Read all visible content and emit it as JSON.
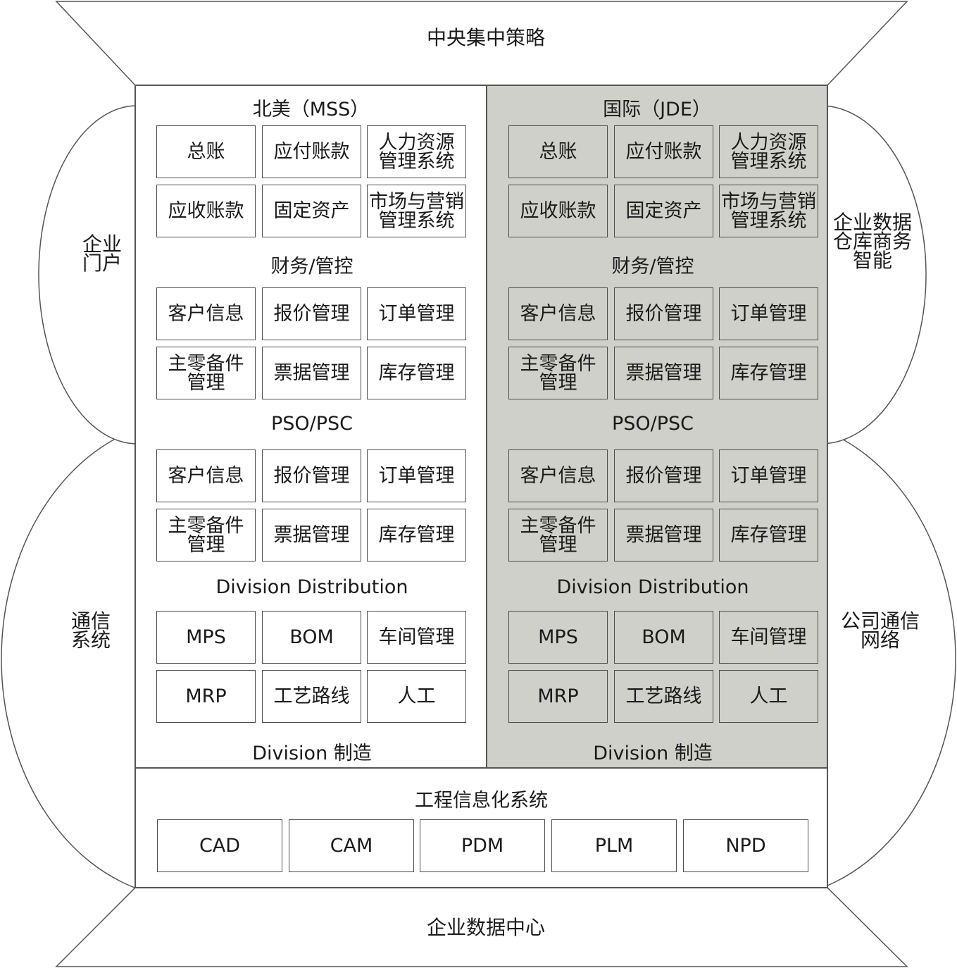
{
  "outer": {
    "top_label": "中央集中策略",
    "bottom_label": "企业数据中心",
    "left_upper_label": "企业\n门户",
    "left_lower_label": "通信\n系统",
    "right_upper_label": "企业数据\n仓库商务\n智能",
    "right_lower_label": "公司通信\n网络"
  },
  "panels": [
    {
      "title": "北美（MSS）",
      "background": "#ffffff",
      "groups": [
        {
          "boxes": [
            "总账",
            "应付账款",
            "人力资源\n管理系统",
            "应收账款",
            "固定资产",
            "市场与营销\n管理系统"
          ],
          "caption": "财务/管控"
        },
        {
          "boxes": [
            "客户信息",
            "报价管理",
            "订单管理",
            "主零备件\n管理",
            "票据管理",
            "库存管理"
          ],
          "caption": "PSO/PSC"
        },
        {
          "boxes": [
            "客户信息",
            "报价管理",
            "订单管理",
            "主零备件\n管理",
            "票据管理",
            "库存管理"
          ],
          "caption": "Division Distribution"
        },
        {
          "boxes": [
            "MPS",
            "BOM",
            "车间管理",
            "MRP",
            "工艺路线",
            "人工"
          ],
          "caption": "Division 制造"
        }
      ]
    },
    {
      "title": "国际（JDE）",
      "background": "#d0d0cb",
      "groups": [
        {
          "boxes": [
            "总账",
            "应付账款",
            "人力资源\n管理系统",
            "应收账款",
            "固定资产",
            "市场与营销\n管理系统"
          ],
          "caption": "财务/管控"
        },
        {
          "boxes": [
            "客户信息",
            "报价管理",
            "订单管理",
            "主零备件\n管理",
            "票据管理",
            "库存管理"
          ],
          "caption": "PSO/PSC"
        },
        {
          "boxes": [
            "客户信息",
            "报价管理",
            "订单管理",
            "主零备件\n管理",
            "票据管理",
            "库存管理"
          ],
          "caption": "Division Distribution"
        },
        {
          "boxes": [
            "MPS",
            "BOM",
            "车间管理",
            "MRP",
            "工艺路线",
            "人工"
          ],
          "caption": "Division 制造"
        }
      ]
    }
  ],
  "engineering": {
    "title": "工程信息化系统",
    "boxes": [
      "CAD",
      "CAM",
      "PDM",
      "PLM",
      "NPD"
    ]
  }
}
